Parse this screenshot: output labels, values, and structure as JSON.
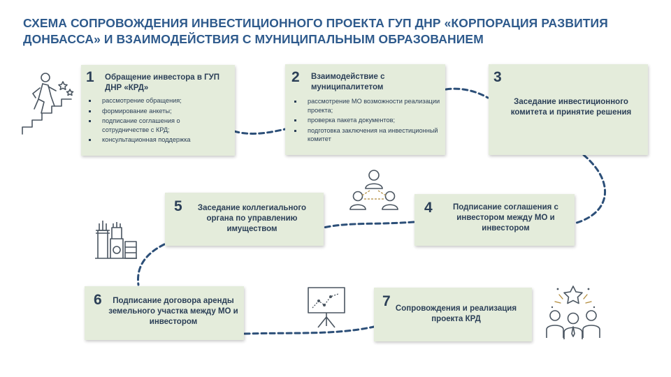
{
  "title": "СХЕМА СОПРОВОЖДЕНИЯ ИНВЕСТИЦИОННОГО ПРОЕКТА ГУП ДНР «КОРПОРАЦИЯ РАЗВИТИЯ ДОНБАССА» И ВЗАИМОДЕЙСТВИЯ С МУНИЦИПАЛЬНЫМ ОБРАЗОВАНИЕМ",
  "steps": [
    {
      "num": "1",
      "heading": "Обращение инвестора в ГУП ДНР «КРД»",
      "items": [
        "рассмотрение обращения;",
        "формирование анкеты;",
        "подписание соглашения о сотрудничестве с КРД;",
        "консультационная поддержка"
      ]
    },
    {
      "num": "2",
      "heading": "Взаимодействие с муниципалитетом",
      "items": [
        "рассмотрение МО возможности реализации проекта;",
        "проверка пакета документов;",
        "подготовка заключения на инвестиционный комитет"
      ]
    },
    {
      "num": "3",
      "heading": "Заседание инвестиционного комитета и принятие решения"
    },
    {
      "num": "4",
      "heading": "Подписание соглашения с инвестором между МО и инвестором"
    },
    {
      "num": "5",
      "heading": "Заседание коллегиального органа по управлению имуществом"
    },
    {
      "num": "6",
      "heading": "Подписание договора аренды земельного участка между МО и инвестором"
    },
    {
      "num": "7",
      "heading": "Сопровождения и реализация проекта КРД"
    }
  ],
  "colors": {
    "box": "#e4ecdb",
    "connector": "#2c4f78",
    "text": "#2b3f57",
    "title": "#2e5a8c"
  },
  "icons": [
    "person-climbing-stairs-icon",
    "team-network-icon",
    "factory-icon",
    "presentation-board-icon",
    "team-star-icon"
  ]
}
